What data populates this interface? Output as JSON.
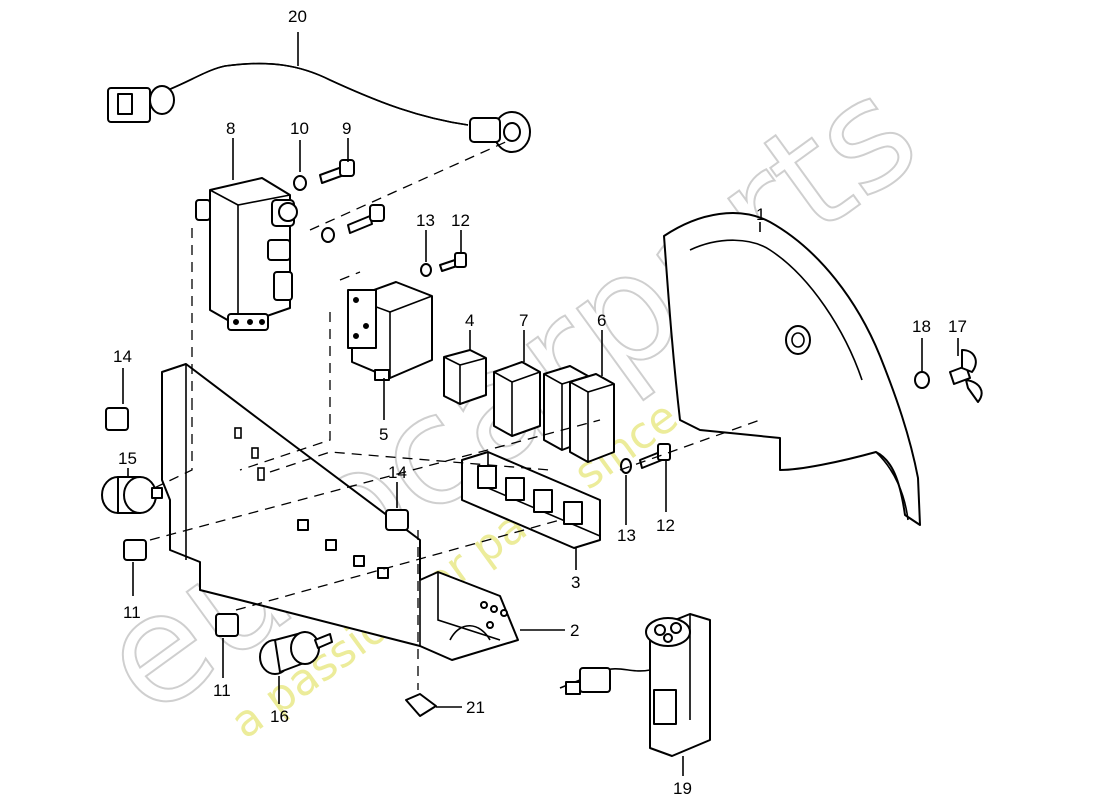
{
  "watermark": {
    "brand": "eurocarparts",
    "tagline": "a passion for parts since 1985"
  },
  "callouts": {
    "p1": "1",
    "p2": "2",
    "p3": "3",
    "p4": "4",
    "p5": "5",
    "p6": "6",
    "p7": "7",
    "p8": "8",
    "p9": "9",
    "p10": "10",
    "p11a": "11",
    "p11b": "11",
    "p12a": "12",
    "p12b": "12",
    "p13a": "13",
    "p13b": "13",
    "p14a": "14",
    "p14b": "14",
    "p15": "15",
    "p16": "16",
    "p17": "17",
    "p18": "18",
    "p19": "19",
    "p20": "20",
    "p21": "21"
  }
}
